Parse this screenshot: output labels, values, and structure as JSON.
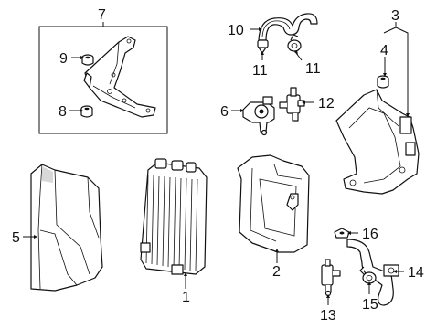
{
  "callouts": [
    "1",
    "2",
    "3",
    "4",
    "5",
    "6",
    "7",
    "8",
    "9",
    "10",
    "11",
    "11",
    "12",
    "13",
    "14",
    "15",
    "16"
  ]
}
